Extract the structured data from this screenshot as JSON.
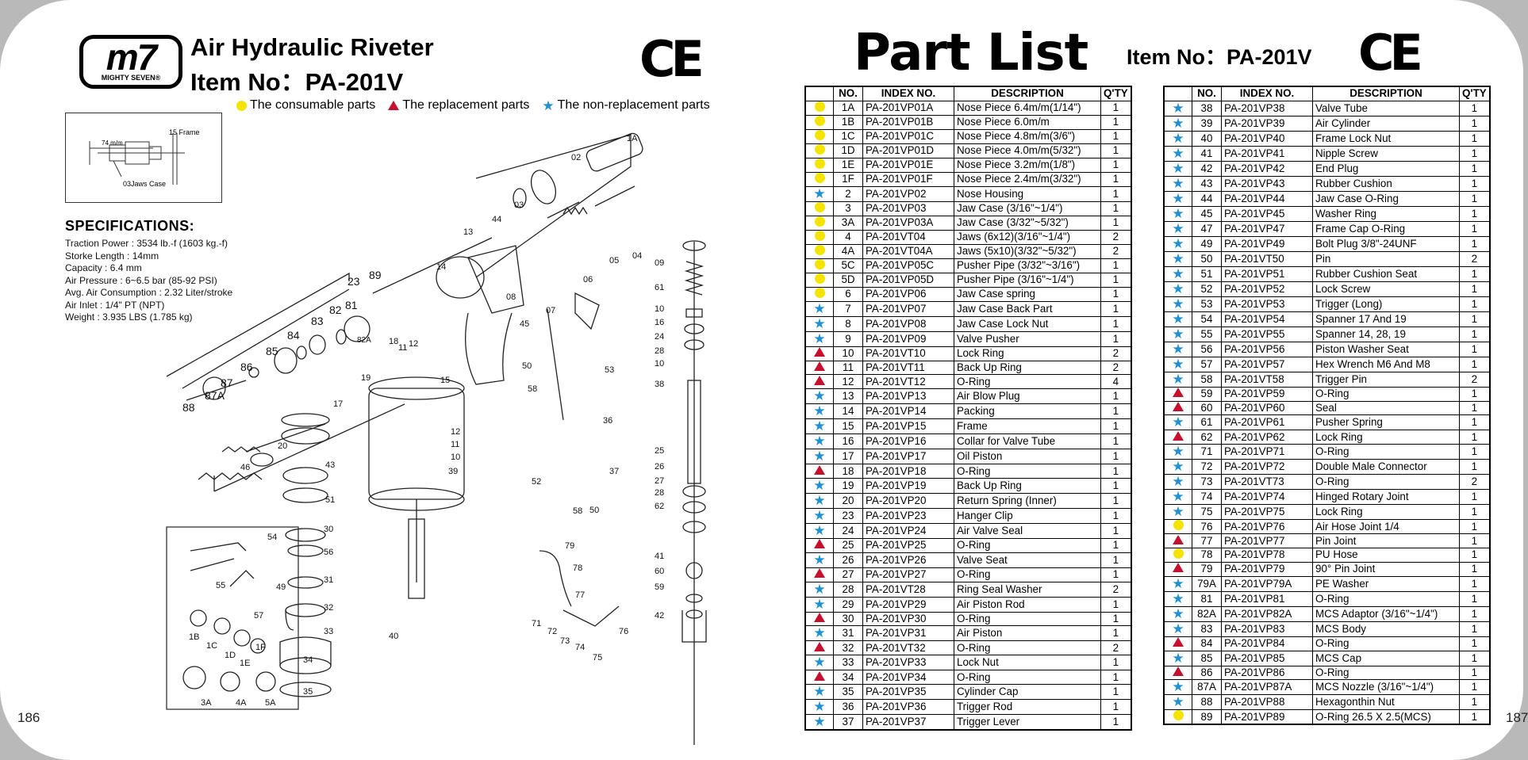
{
  "left_page": {
    "logo": {
      "mark": "m7",
      "text": "MIGHTY SEVEN®"
    },
    "title": "Air Hydraulic Riveter",
    "item_line": "Item No：PA-201V",
    "ce_mark": "CE",
    "legend": [
      {
        "symbol": "yellow-dot",
        "color": "#f5e400",
        "label": "The consumable parts"
      },
      {
        "symbol": "red-triangle",
        "color": "#c8102e",
        "label": "The replacement parts"
      },
      {
        "symbol": "blue-star",
        "color": "#1e90d6",
        "label": "The non-replacement parts"
      }
    ],
    "inset": {
      "label_frame": "15 Frame",
      "label_len": "74 m/m",
      "label_case": "03Jaws Case"
    },
    "spec_heading": "SPECIFICATIONS:",
    "specs": [
      "Traction Power : 3534 lb.-f (1603 kg.-f)",
      "Storke Length : 14mm",
      "Capacity : 6.4 mm",
      "Air Pressure : 6~6.5 bar (85-92 PSI)",
      "Avg. Air Consumption : 2.32 Liter/stroke",
      "Air Inlet : 1/4\" PT (NPT)",
      "Weight : 3.935 LBS (1.785 kg)"
    ],
    "diagram_labels": [
      "1A",
      "02",
      "03",
      "44",
      "13",
      "14",
      "45",
      "08",
      "05",
      "04",
      "06",
      "07",
      "09",
      "61",
      "10",
      "16",
      "24",
      "28",
      "10",
      "38",
      "23",
      "89",
      "82",
      "81",
      "82A",
      "83",
      "84",
      "85",
      "86",
      "87",
      "87A",
      "88",
      "18",
      "11",
      "12",
      "19",
      "15",
      "50",
      "58",
      "53",
      "36",
      "17",
      "20",
      "46",
      "43",
      "51",
      "30",
      "56",
      "31",
      "32",
      "33",
      "34",
      "35",
      "12",
      "11",
      "10",
      "39",
      "52",
      "37",
      "58",
      "50",
      "25",
      "26",
      "27",
      "28",
      "62",
      "79",
      "78",
      "77",
      "71",
      "72",
      "73",
      "74",
      "75",
      "76",
      "40",
      "41",
      "60",
      "59",
      "42",
      "54",
      "55",
      "49",
      "57",
      "1B",
      "1C",
      "1D",
      "1E",
      "1F",
      "3A",
      "4A",
      "5A"
    ],
    "page_number": "186"
  },
  "right_page": {
    "title": "Part List",
    "item_line": "Item No：PA-201V",
    "ce_mark": "CE",
    "headers": [
      "NO.",
      "INDEX NO.",
      "DESCRIPTION",
      "Q'TY"
    ],
    "table_left": [
      {
        "sym": "dot",
        "no": "1A",
        "idx": "PA-201VP01A",
        "desc": "Nose Piece 6.4m/m(1/14\")",
        "qty": "1"
      },
      {
        "sym": "dot",
        "no": "1B",
        "idx": "PA-201VP01B",
        "desc": "Nose Piece 6.0m/m",
        "qty": "1"
      },
      {
        "sym": "dot",
        "no": "1C",
        "idx": "PA-201VP01C",
        "desc": "Nose Piece 4.8m/m(3/6\")",
        "qty": "1"
      },
      {
        "sym": "dot",
        "no": "1D",
        "idx": "PA-201VP01D",
        "desc": "Nose Piece 4.0m/m(5/32\")",
        "qty": "1"
      },
      {
        "sym": "dot",
        "no": "1E",
        "idx": "PA-201VP01E",
        "desc": "Nose Piece 3.2m/m(1/8\")",
        "qty": "1"
      },
      {
        "sym": "dot",
        "no": "1F",
        "idx": "PA-201VP01F",
        "desc": "Nose Piece 2.4m/m(3/32\")",
        "qty": "1"
      },
      {
        "sym": "star",
        "no": "2",
        "idx": "PA-201VP02",
        "desc": "Nose Housing",
        "qty": "1"
      },
      {
        "sym": "dot",
        "no": "3",
        "idx": "PA-201VP03",
        "desc": "Jaw Case (3/16\"~1/4\")",
        "qty": "1"
      },
      {
        "sym": "dot",
        "no": "3A",
        "idx": "PA-201VP03A",
        "desc": "Jaw Case (3/32\"~5/32\")",
        "qty": "1"
      },
      {
        "sym": "dot",
        "no": "4",
        "idx": "PA-201VT04",
        "desc": "Jaws (6x12)(3/16\"~1/4\")",
        "qty": "2"
      },
      {
        "sym": "dot",
        "no": "4A",
        "idx": "PA-201VT04A",
        "desc": "Jaws (5x10)(3/32\"~5/32\")",
        "qty": "2"
      },
      {
        "sym": "dot",
        "no": "5C",
        "idx": "PA-201VP05C",
        "desc": "Pusher Pipe (3/32\"~3/16\")",
        "qty": "1"
      },
      {
        "sym": "dot",
        "no": "5D",
        "idx": "PA-201VP05D",
        "desc": "Pusher Pipe (3/16\"~1/4\")",
        "qty": "1"
      },
      {
        "sym": "dot",
        "no": "6",
        "idx": "PA-201VP06",
        "desc": "Jaw Case spring",
        "qty": "1"
      },
      {
        "sym": "star",
        "no": "7",
        "idx": "PA-201VP07",
        "desc": "Jaw Case Back Part",
        "qty": "1"
      },
      {
        "sym": "star",
        "no": "8",
        "idx": "PA-201VP08",
        "desc": "Jaw Case Lock Nut",
        "qty": "1"
      },
      {
        "sym": "star",
        "no": "9",
        "idx": "PA-201VP09",
        "desc": "Valve Pusher",
        "qty": "1"
      },
      {
        "sym": "tri",
        "no": "10",
        "idx": "PA-201VT10",
        "desc": "Lock Ring",
        "qty": "2"
      },
      {
        "sym": "tri",
        "no": "11",
        "idx": "PA-201VT11",
        "desc": "Back Up Ring",
        "qty": "2"
      },
      {
        "sym": "tri",
        "no": "12",
        "idx": "PA-201VT12",
        "desc": "O-Ring",
        "qty": "4"
      },
      {
        "sym": "star",
        "no": "13",
        "idx": "PA-201VP13",
        "desc": "Air Blow Plug",
        "qty": "1"
      },
      {
        "sym": "star",
        "no": "14",
        "idx": "PA-201VP14",
        "desc": "Packing",
        "qty": "1"
      },
      {
        "sym": "star",
        "no": "15",
        "idx": "PA-201VP15",
        "desc": "Frame",
        "qty": "1"
      },
      {
        "sym": "star",
        "no": "16",
        "idx": "PA-201VP16",
        "desc": "Collar for Valve Tube",
        "qty": "1"
      },
      {
        "sym": "star",
        "no": "17",
        "idx": "PA-201VP17",
        "desc": "Oil Piston",
        "qty": "1"
      },
      {
        "sym": "tri",
        "no": "18",
        "idx": "PA-201VP18",
        "desc": "O-Ring",
        "qty": "1"
      },
      {
        "sym": "star",
        "no": "19",
        "idx": "PA-201VP19",
        "desc": "Back Up Ring",
        "qty": "1"
      },
      {
        "sym": "star",
        "no": "20",
        "idx": "PA-201VP20",
        "desc": "Return Spring (Inner)",
        "qty": "1"
      },
      {
        "sym": "star",
        "no": "23",
        "idx": "PA-201VP23",
        "desc": "Hanger Clip",
        "qty": "1"
      },
      {
        "sym": "star",
        "no": "24",
        "idx": "PA-201VP24",
        "desc": "Air Valve Seal",
        "qty": "1"
      },
      {
        "sym": "tri",
        "no": "25",
        "idx": "PA-201VP25",
        "desc": "O-Ring",
        "qty": "1"
      },
      {
        "sym": "star",
        "no": "26",
        "idx": "PA-201VP26",
        "desc": "Valve Seat",
        "qty": "1"
      },
      {
        "sym": "tri",
        "no": "27",
        "idx": "PA-201VP27",
        "desc": "O-Ring",
        "qty": "1"
      },
      {
        "sym": "star",
        "no": "28",
        "idx": "PA-201VT28",
        "desc": "Ring Seal Washer",
        "qty": "2"
      },
      {
        "sym": "star",
        "no": "29",
        "idx": "PA-201VP29",
        "desc": "Air Piston Rod",
        "qty": "1"
      },
      {
        "sym": "tri",
        "no": "30",
        "idx": "PA-201VP30",
        "desc": "O-Ring",
        "qty": "1"
      },
      {
        "sym": "star",
        "no": "31",
        "idx": "PA-201VP31",
        "desc": "Air Piston",
        "qty": "1"
      },
      {
        "sym": "tri",
        "no": "32",
        "idx": "PA-201VT32",
        "desc": "O-Ring",
        "qty": "2"
      },
      {
        "sym": "star",
        "no": "33",
        "idx": "PA-201VP33",
        "desc": "Lock Nut",
        "qty": "1"
      },
      {
        "sym": "tri",
        "no": "34",
        "idx": "PA-201VP34",
        "desc": "O-Ring",
        "qty": "1"
      },
      {
        "sym": "star",
        "no": "35",
        "idx": "PA-201VP35",
        "desc": "Cylinder Cap",
        "qty": "1"
      },
      {
        "sym": "star",
        "no": "36",
        "idx": "PA-201VP36",
        "desc": "Trigger Rod",
        "qty": "1"
      },
      {
        "sym": "star",
        "no": "37",
        "idx": "PA-201VP37",
        "desc": "Trigger Lever",
        "qty": "1"
      }
    ],
    "table_right": [
      {
        "sym": "star",
        "no": "38",
        "idx": "PA-201VP38",
        "desc": "Valve Tube",
        "qty": "1"
      },
      {
        "sym": "star",
        "no": "39",
        "idx": "PA-201VP39",
        "desc": "Air Cylinder",
        "qty": "1"
      },
      {
        "sym": "star",
        "no": "40",
        "idx": "PA-201VP40",
        "desc": "Frame Lock Nut",
        "qty": "1"
      },
      {
        "sym": "star",
        "no": "41",
        "idx": "PA-201VP41",
        "desc": "Nipple Screw",
        "qty": "1"
      },
      {
        "sym": "star",
        "no": "42",
        "idx": "PA-201VP42",
        "desc": "End Plug",
        "qty": "1"
      },
      {
        "sym": "star",
        "no": "43",
        "idx": "PA-201VP43",
        "desc": "Rubber Cushion",
        "qty": "1"
      },
      {
        "sym": "star",
        "no": "44",
        "idx": "PA-201VP44",
        "desc": "Jaw Case O-Ring",
        "qty": "1"
      },
      {
        "sym": "star",
        "no": "45",
        "idx": "PA-201VP45",
        "desc": "Washer Ring",
        "qty": "1"
      },
      {
        "sym": "star",
        "no": "47",
        "idx": "PA-201VP47",
        "desc": "Frame Cap O-Ring",
        "qty": "1"
      },
      {
        "sym": "star",
        "no": "49",
        "idx": "PA-201VP49",
        "desc": "Bolt Plug 3/8\"-24UNF",
        "qty": "1"
      },
      {
        "sym": "star",
        "no": "50",
        "idx": "PA-201VT50",
        "desc": "Pin",
        "qty": "2"
      },
      {
        "sym": "star",
        "no": "51",
        "idx": "PA-201VP51",
        "desc": "Rubber Cushion Seat",
        "qty": "1"
      },
      {
        "sym": "star",
        "no": "52",
        "idx": "PA-201VP52",
        "desc": "Lock Screw",
        "qty": "1"
      },
      {
        "sym": "star",
        "no": "53",
        "idx": "PA-201VP53",
        "desc": "Trigger (Long)",
        "qty": "1"
      },
      {
        "sym": "star",
        "no": "54",
        "idx": "PA-201VP54",
        "desc": "Spanner 17 And 19",
        "qty": "1"
      },
      {
        "sym": "star",
        "no": "55",
        "idx": "PA-201VP55",
        "desc": "Spanner 14, 28, 19",
        "qty": "1"
      },
      {
        "sym": "star",
        "no": "56",
        "idx": "PA-201VP56",
        "desc": "Piston Washer Seat",
        "qty": "1"
      },
      {
        "sym": "star",
        "no": "57",
        "idx": "PA-201VP57",
        "desc": "Hex Wrench M6 And M8",
        "qty": "1"
      },
      {
        "sym": "star",
        "no": "58",
        "idx": "PA-201VT58",
        "desc": "Trigger Pin",
        "qty": "2"
      },
      {
        "sym": "tri",
        "no": "59",
        "idx": "PA-201VP59",
        "desc": "O-Ring",
        "qty": "1"
      },
      {
        "sym": "tri",
        "no": "60",
        "idx": "PA-201VP60",
        "desc": "Seal",
        "qty": "1"
      },
      {
        "sym": "star",
        "no": "61",
        "idx": "PA-201VP61",
        "desc": "Pusher Spring",
        "qty": "1"
      },
      {
        "sym": "tri",
        "no": "62",
        "idx": "PA-201VP62",
        "desc": "Lock Ring",
        "qty": "1"
      },
      {
        "sym": "star",
        "no": "71",
        "idx": "PA-201VP71",
        "desc": "O-Ring",
        "qty": "1"
      },
      {
        "sym": "star",
        "no": "72",
        "idx": "PA-201VP72",
        "desc": "Double Male Connector",
        "qty": "1"
      },
      {
        "sym": "star",
        "no": "73",
        "idx": "PA-201VT73",
        "desc": "O-Ring",
        "qty": "2"
      },
      {
        "sym": "star",
        "no": "74",
        "idx": "PA-201VP74",
        "desc": "Hinged Rotary Joint",
        "qty": "1"
      },
      {
        "sym": "star",
        "no": "75",
        "idx": "PA-201VP75",
        "desc": "Lock Ring",
        "qty": "1"
      },
      {
        "sym": "dot",
        "no": "76",
        "idx": "PA-201VP76",
        "desc": "Air Hose Joint 1/4",
        "qty": "1"
      },
      {
        "sym": "tri",
        "no": "77",
        "idx": "PA-201VP77",
        "desc": "Pin Joint",
        "qty": "1"
      },
      {
        "sym": "dot",
        "no": "78",
        "idx": "PA-201VP78",
        "desc": "PU Hose",
        "qty": "1"
      },
      {
        "sym": "tri",
        "no": "79",
        "idx": "PA-201VP79",
        "desc": "90° Pin Joint",
        "qty": "1"
      },
      {
        "sym": "star",
        "no": "79A",
        "idx": "PA-201VP79A",
        "desc": "PE Washer",
        "qty": "1"
      },
      {
        "sym": "star",
        "no": "81",
        "idx": "PA-201VP81",
        "desc": "O-Ring",
        "qty": "1"
      },
      {
        "sym": "star",
        "no": "82A",
        "idx": "PA-201VP82A",
        "desc": "MCS Adaptor (3/16\"~1/4\")",
        "qty": "1"
      },
      {
        "sym": "star",
        "no": "83",
        "idx": "PA-201VP83",
        "desc": "MCS Body",
        "qty": "1"
      },
      {
        "sym": "tri",
        "no": "84",
        "idx": "PA-201VP84",
        "desc": "O-Ring",
        "qty": "1"
      },
      {
        "sym": "star",
        "no": "85",
        "idx": "PA-201VP85",
        "desc": "MCS Cap",
        "qty": "1"
      },
      {
        "sym": "tri",
        "no": "86",
        "idx": "PA-201VP86",
        "desc": "O-Ring",
        "qty": "1"
      },
      {
        "sym": "star",
        "no": "87A",
        "idx": "PA-201VP87A",
        "desc": "MCS Nozzle (3/16\"~1/4\")",
        "qty": "1"
      },
      {
        "sym": "star",
        "no": "88",
        "idx": "PA-201VP88",
        "desc": "Hexagonthin Nut",
        "qty": "1"
      },
      {
        "sym": "dot",
        "no": "89",
        "idx": "PA-201VP89",
        "desc": "O-Ring 26.5 X 2.5(MCS)",
        "qty": "1"
      }
    ],
    "page_number": "187"
  }
}
